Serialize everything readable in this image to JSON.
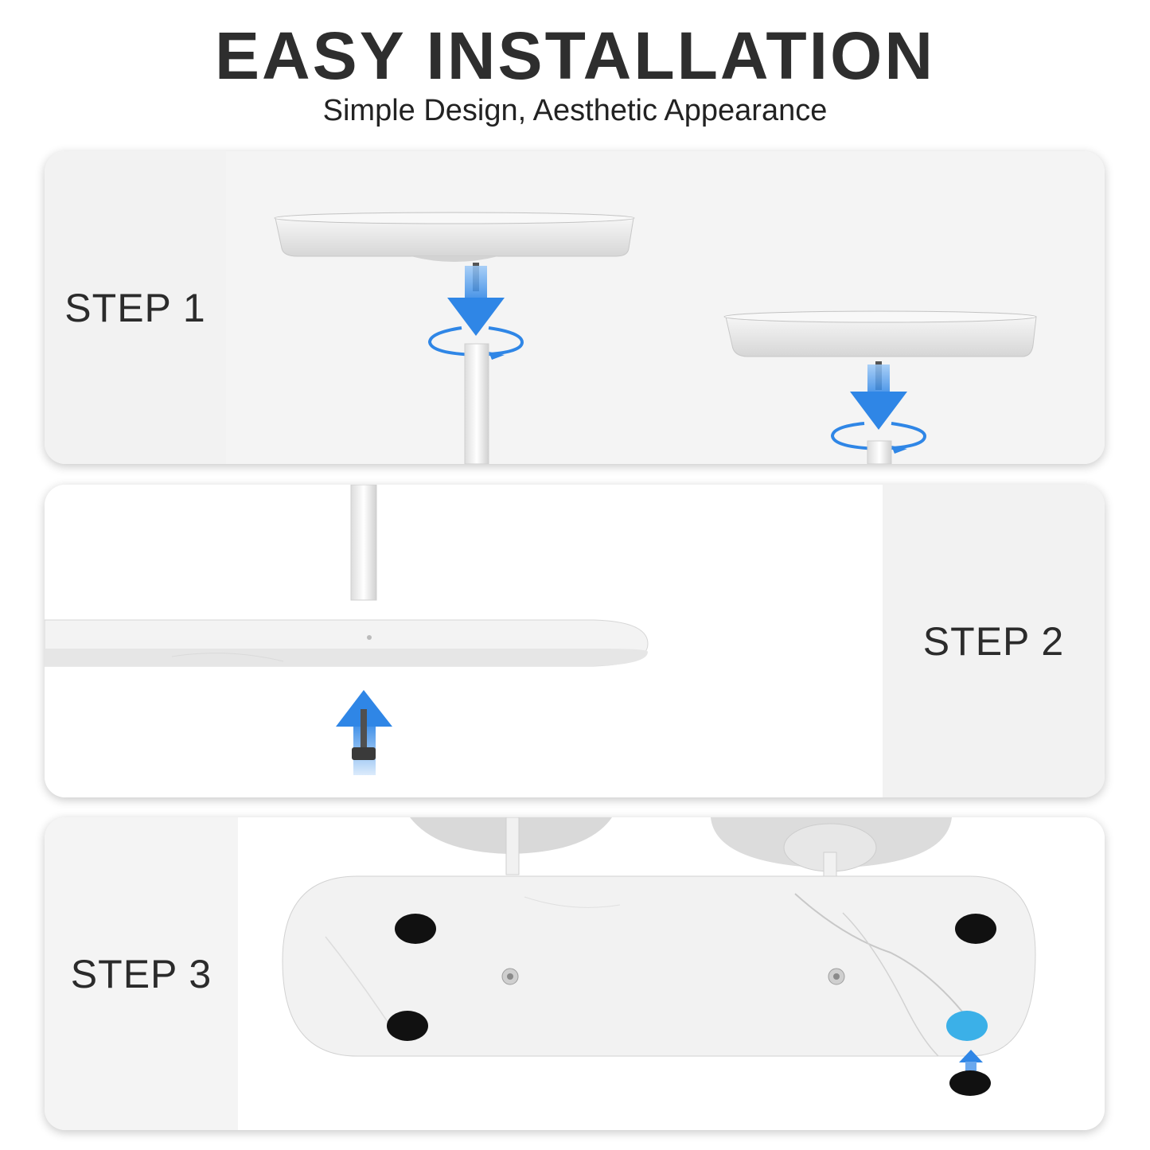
{
  "header": {
    "title": "EASY INSTALLATION",
    "subtitle": "Simple Design, Aesthetic Appearance"
  },
  "steps": [
    {
      "label": "STEP 1"
    },
    {
      "label": "STEP 2"
    },
    {
      "label": "STEP 3"
    }
  ],
  "colors": {
    "arrow_blue": "#2f86e6",
    "panel_label_bg": "#f2f2f2",
    "marble": "#f4f4f4",
    "foot_pad": "#111111",
    "highlight_pad": "#3bb0e8"
  },
  "icons": [
    "tray-part",
    "pole-part",
    "screw-part",
    "down-arrow-icon",
    "up-arrow-icon",
    "rotate-arrow-icon",
    "marble-base-part",
    "foot-pad-part"
  ]
}
